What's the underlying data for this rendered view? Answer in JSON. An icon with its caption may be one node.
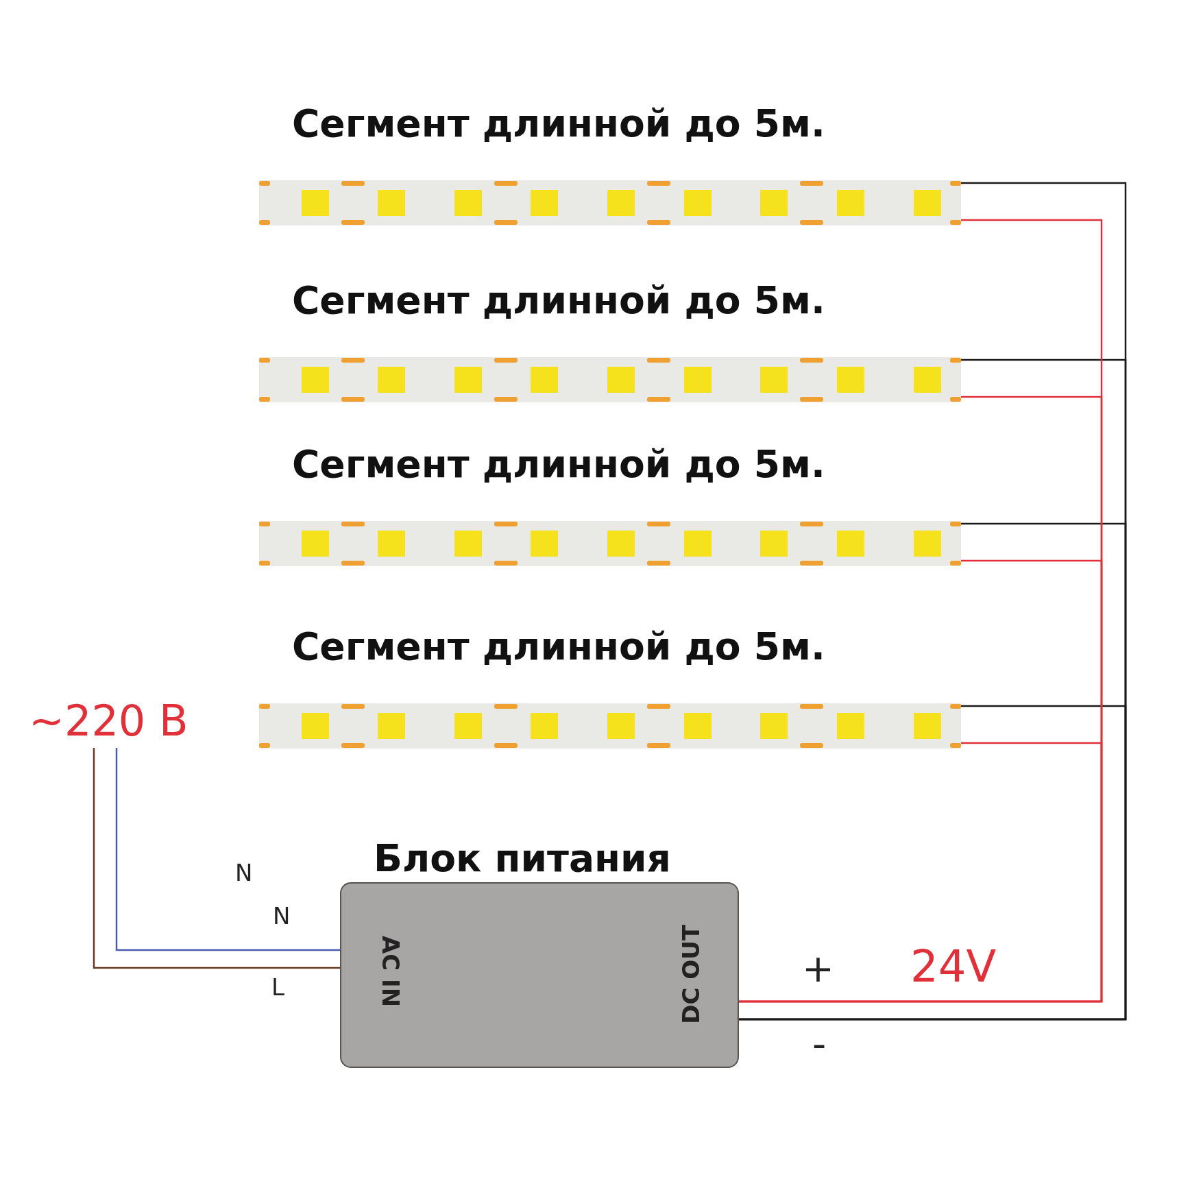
{
  "diagram": {
    "nodes": [
      {
        "text": [
          "Сегмент длинной до 5м."
        ]
      },
      {
        "text": [
          "Сегмент длинной до 5м."
        ]
      },
      {
        "text": [
          "Сегмент длинной до 5м."
        ]
      },
      {
        "text": [
          "Сегмент длинной до 5м."
        ]
      },
      {
        "text": [
          "Блок питания",
          "AC IN",
          "DC OUT"
        ]
      },
      {
        "text": [
          "~220 В"
        ]
      }
    ],
    "edges": [
      {
        "from": 4,
        "to": 0,
        "arrow": "none",
        "color": "#1a1a1a"
      },
      {
        "from": 4,
        "to": 1,
        "arrow": "none",
        "color": "#1a1a1a"
      },
      {
        "from": 4,
        "to": 2,
        "arrow": "none",
        "color": "#1a1a1a"
      },
      {
        "from": 4,
        "to": 3,
        "arrow": "none",
        "color": "#1a1a1a"
      },
      {
        "from": 4,
        "to": 0,
        "arrow": "none",
        "color": "#e0303a"
      },
      {
        "from": 4,
        "to": 1,
        "arrow": "none",
        "color": "#e0303a"
      },
      {
        "from": 4,
        "to": 2,
        "arrow": "none",
        "color": "#e0303a"
      },
      {
        "from": 4,
        "to": 3,
        "arrow": "none",
        "color": "#e0303a"
      },
      {
        "from": 5,
        "to": 4,
        "arrow": "none",
        "color": "#4a5bb0"
      },
      {
        "from": 5,
        "to": 4,
        "arrow": "none",
        "color": "#6b3a22"
      }
    ],
    "labels": [
      "N",
      "N",
      "L",
      "+",
      "24V",
      "-"
    ]
  }
}
